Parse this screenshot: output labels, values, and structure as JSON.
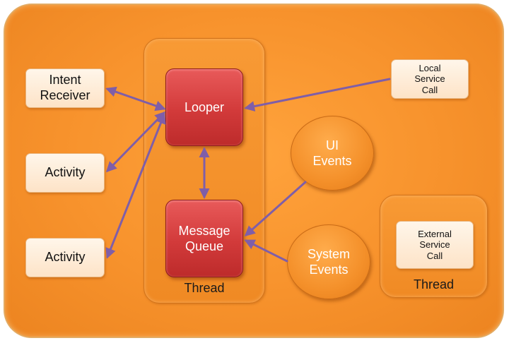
{
  "colors": {
    "panel_orange": "#f7922c",
    "light_box": "#fde3c7",
    "red_box": "#d23a3a",
    "arrow": "#7f5ea8"
  },
  "nodes": {
    "intent_receiver": "Intent\nReceiver",
    "activity_1": "Activity",
    "activity_2": "Activity",
    "looper": "Looper",
    "message_queue": "Message\nQueue",
    "local_service_call": "Local\nService\nCall",
    "ui_events": "UI\nEvents",
    "system_events": "System\nEvents",
    "external_service_call": "External\nService\nCall"
  },
  "containers": {
    "main_thread_label": "Thread",
    "service_thread_label": "Thread"
  }
}
